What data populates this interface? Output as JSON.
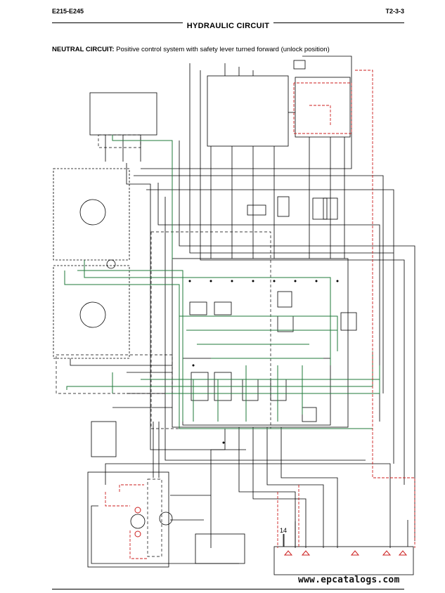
{
  "header": {
    "model": "E215-E245",
    "page_code": "T2-3-3",
    "title": "HYDRAULIC CIRCUIT"
  },
  "subtitle": {
    "lead": "NEUTRAL CIRCUIT:",
    "text": " Positive control system with safety lever turned forward (unlock position)"
  },
  "diagram": {
    "callout_number": "14",
    "colors": {
      "main_line": "#000000",
      "pilot_line_green": "#1f7a3a",
      "drain_line_red": "#cc1f1f"
    }
  },
  "footer": {
    "watermark": "www.epcatalogs.com"
  }
}
